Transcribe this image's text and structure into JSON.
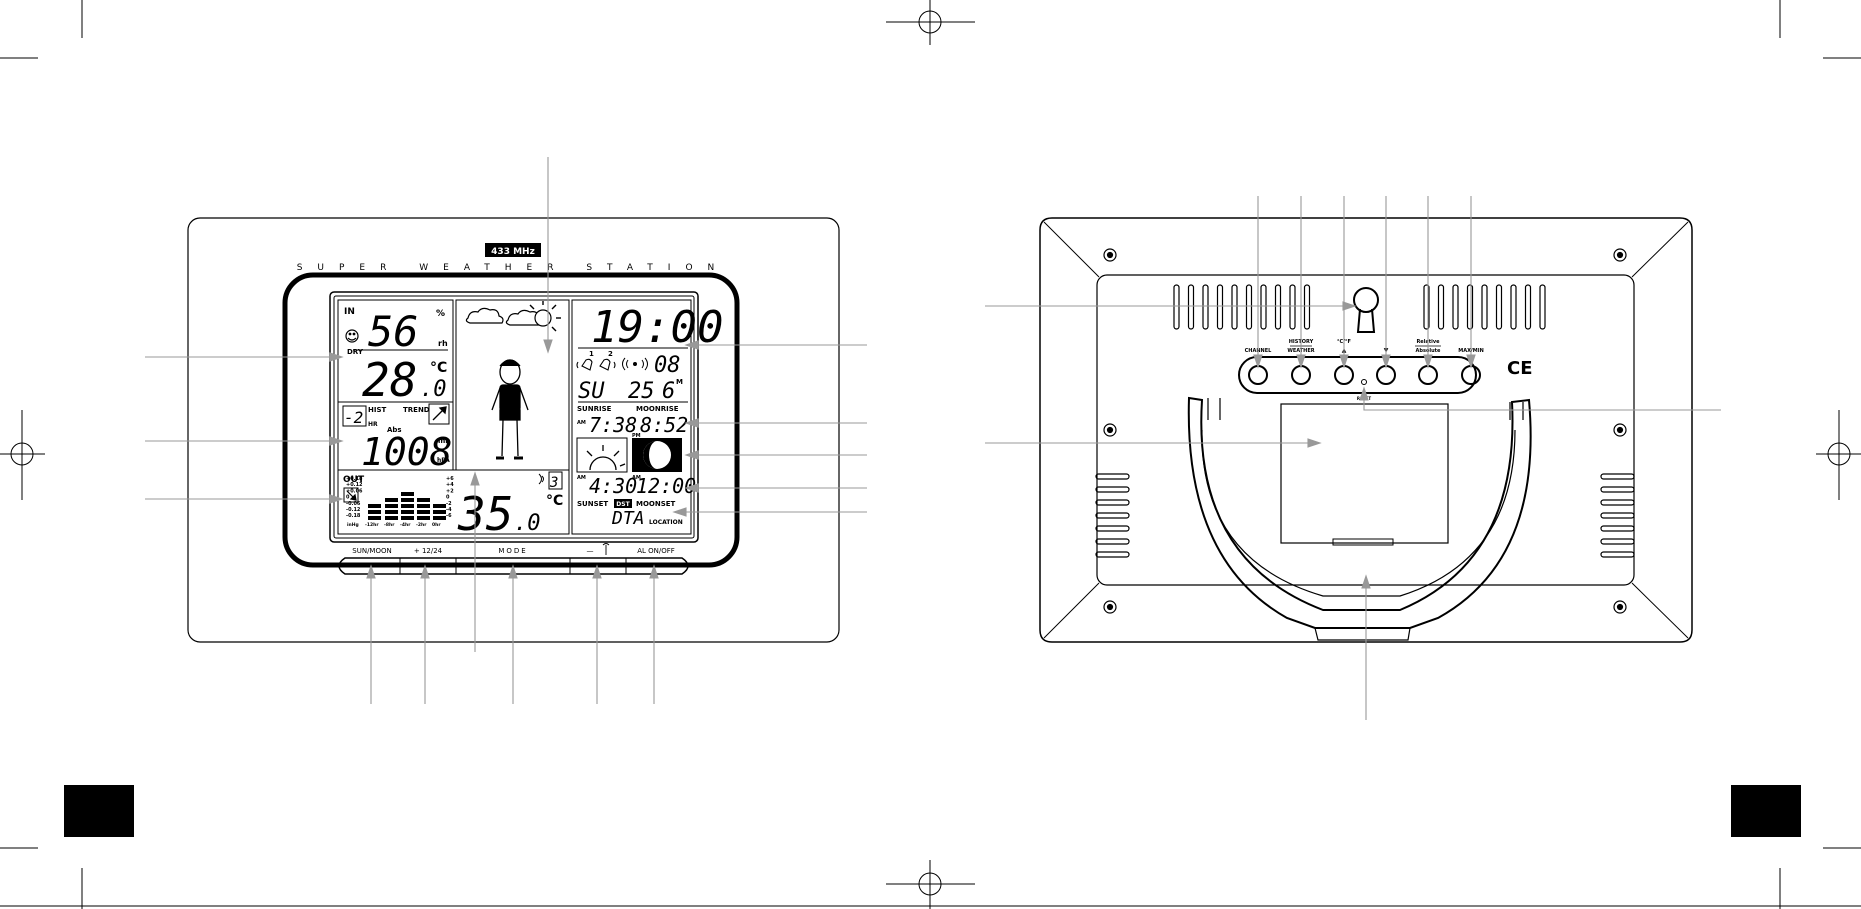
{
  "front": {
    "badge": "433 MHz",
    "brand": "SUPER WEATHER STATION",
    "indoor": {
      "label": "IN",
      "humidity": "56",
      "humidity_unit_pct": "%",
      "humidity_unit_rh": "rh",
      "comfort": "DRY",
      "temperature_int": "28",
      "temperature_dec": ".0",
      "temperature_unit": "°C"
    },
    "pressure": {
      "hist": "HIST",
      "trend": "TREND",
      "hr_value": "-2",
      "hr": "HR",
      "abs": "Abs",
      "value": "1008",
      "unit_mb": "mb",
      "unit_hpa": "hPA",
      "bar_left": [
        "+0.18",
        "+0.12",
        "+0.06",
        "0",
        "-0.06",
        "-0.12",
        "-0.18"
      ],
      "bar_right": [
        "+6",
        "+4",
        "+2",
        "0",
        "-2",
        "-4",
        "-6"
      ],
      "bar_x": [
        "inHg",
        "-12hr",
        "-8hr",
        "-4hr",
        "-2hr",
        "0hr"
      ]
    },
    "outdoor": {
      "label": "OUT",
      "temperature_int": "35",
      "temperature_dec": ".0",
      "temperature_unit": "°C",
      "channel": "3"
    },
    "clock": {
      "time": "19:00",
      "alarm1": "1",
      "alarm2": "2",
      "date": "08",
      "weekday": "SU",
      "month_day": "25",
      "month": "6",
      "month_suffix": "M"
    },
    "sun_moon": {
      "sunrise": "SUNRISE",
      "moonrise": "MOONRISE",
      "sunrise_ampm": "AM",
      "sunrise_time": "7:38",
      "moonrise_time": "8:52",
      "moon_pm": "PM",
      "sunset_ampm": "AM",
      "sunset_time": "4:30",
      "moonset_ampm": "AM",
      "moonset_time": "12:00",
      "sunset": "SUNSET",
      "dst": "DST",
      "moonset": "MOONSET",
      "location_code": "DTA",
      "location": "LOCATION"
    },
    "buttons": [
      "SUN/MOON",
      "+ 12/24",
      "MODE",
      "—",
      "AL ON/OFF"
    ]
  },
  "back": {
    "buttons": [
      "CHANNEL",
      "HISTORY",
      "WEATHER",
      "°C/°F",
      "▲",
      "▼",
      "Relative",
      "Absolute",
      "MAX/MIN"
    ],
    "reset": "RESET",
    "ce_mark": "CE"
  }
}
